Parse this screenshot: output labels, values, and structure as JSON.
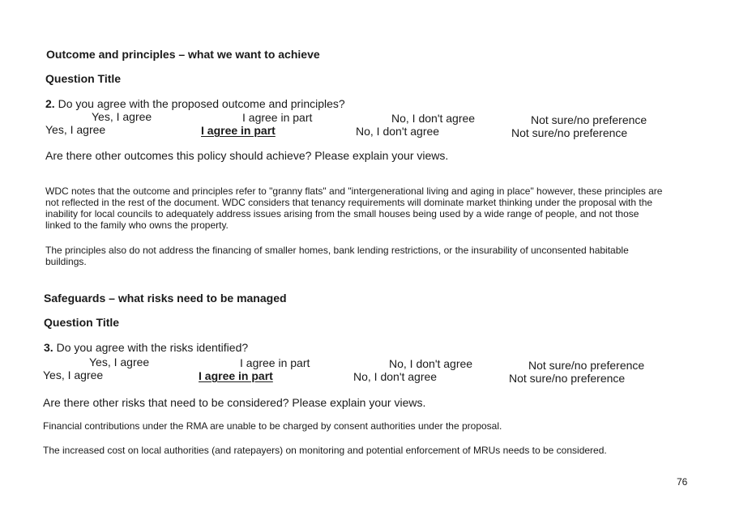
{
  "section1": {
    "heading": "Outcome and principles – what we want to achieve",
    "question_title": "Question Title",
    "question": {
      "number": "2.",
      "text": "Do you agree with the proposed outcome and principles?"
    },
    "options_row1": [
      "Yes, I agree",
      "I agree in part",
      "No, I don't agree",
      "Not sure/no preference"
    ],
    "options_row2": [
      "Yes, I agree",
      "I agree in part",
      "No, I don't agree",
      "Not sure/no preference"
    ],
    "selected_option": "I agree in part",
    "prompt": "Are there other outcomes this policy should achieve? Please explain your views.",
    "response_paragraphs": [
      {
        "lines": [
          "WDC notes that the outcome and principles refer to \"granny flats\" and \"intergenerational living and aging in place\" however, these principles are",
          "not reflected in the rest of the document. WDC considers that tenancy requirements will dominate market thinking under the proposal with the",
          "inability for local councils to adequately address issues arising from the small houses being used by a wide range of people, and not those",
          "linked to the family who owns the property."
        ]
      },
      {
        "lines": [
          "The principles also do not address the financing of smaller homes, bank lending restrictions, or the insurability of unconsented habitable",
          "buildings."
        ]
      }
    ]
  },
  "section2": {
    "heading": "Safeguards – what risks need to be managed",
    "question_title": "Question Title",
    "question": {
      "number": "3.",
      "text": "Do you agree with the risks identified?"
    },
    "options_row1": [
      "Yes, I agree",
      "I agree in part",
      "No, I don't agree",
      "Not sure/no preference"
    ],
    "options_row2": [
      "Yes, I agree",
      "I agree in part",
      "No, I don't agree",
      "Not sure/no preference"
    ],
    "selected_option": "I agree in part",
    "prompt": "Are there other risks that need to be considered? Please explain your views.",
    "response_paragraphs": [
      {
        "lines": [
          "Financial contributions under the RMA are unable to be charged by consent authorities under the proposal."
        ]
      },
      {
        "lines": [
          "The increased cost on local authorities (and ratepayers) on monitoring and potential enforcement of MRUs needs to be considered."
        ]
      }
    ]
  },
  "footer": {
    "page_number": "76"
  }
}
